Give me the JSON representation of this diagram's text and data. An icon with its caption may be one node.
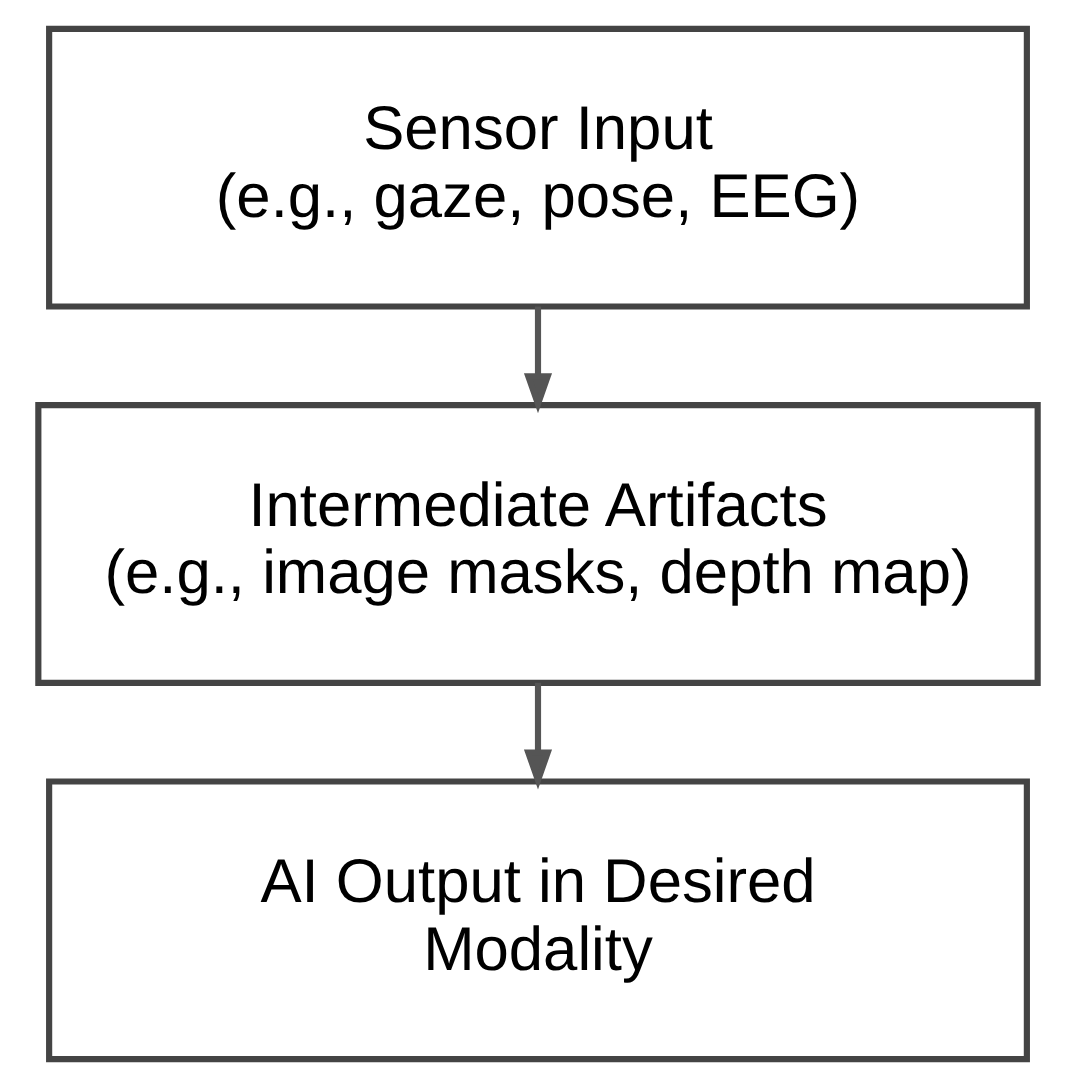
{
  "diagram": {
    "nodes": [
      {
        "text": [
          "Sensor Input",
          "(e.g., gaze, pose, EEG)"
        ]
      },
      {
        "text": [
          "Intermediate Artifacts",
          "(e.g., image masks, depth map)"
        ]
      },
      {
        "text": [
          "AI Output in Desired Modality"
        ]
      }
    ],
    "edges": [
      {
        "from": 0,
        "to": 1,
        "arrow": "to"
      },
      {
        "from": 1,
        "to": 2,
        "arrow": "to"
      }
    ]
  }
}
